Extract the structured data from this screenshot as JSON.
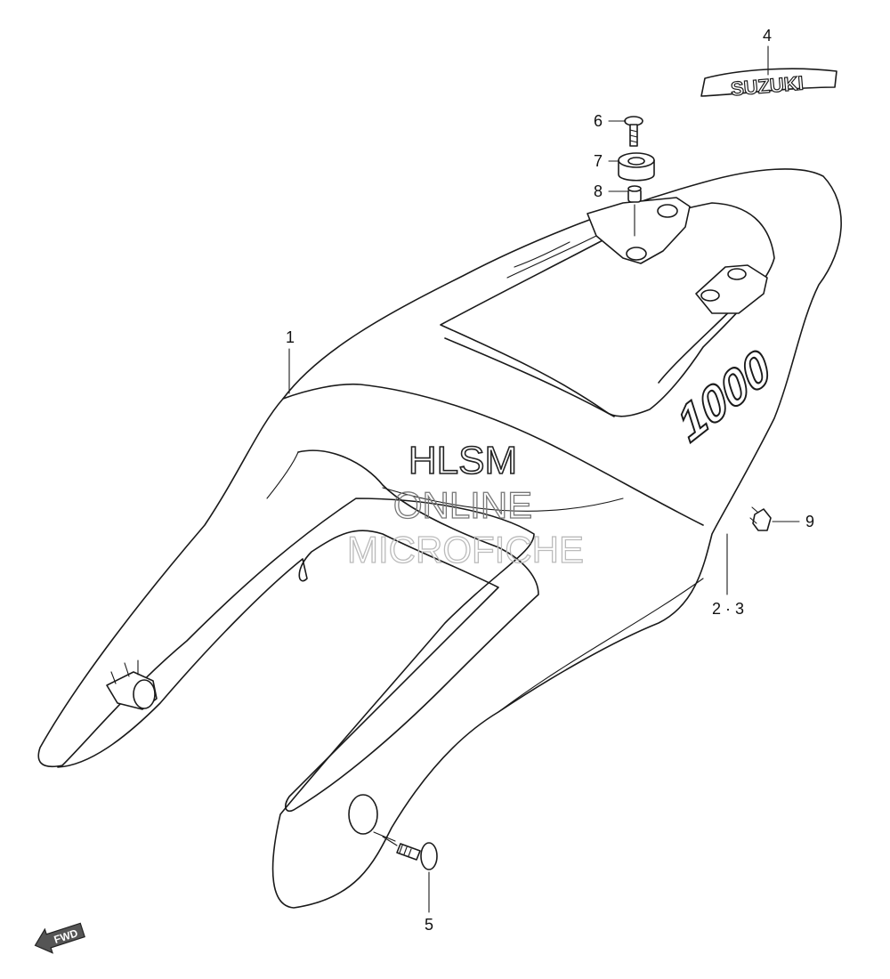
{
  "callouts": [
    "1",
    "2 · 3",
    "4",
    "5",
    "6",
    "7",
    "8",
    "9"
  ],
  "emblem_text": "SUZUKI",
  "model_badge_text": "1000",
  "watermark": {
    "line1": "HLSM",
    "line2": "ONLINE",
    "line3": "MICROFICHE"
  },
  "fwd_label": "FWD"
}
